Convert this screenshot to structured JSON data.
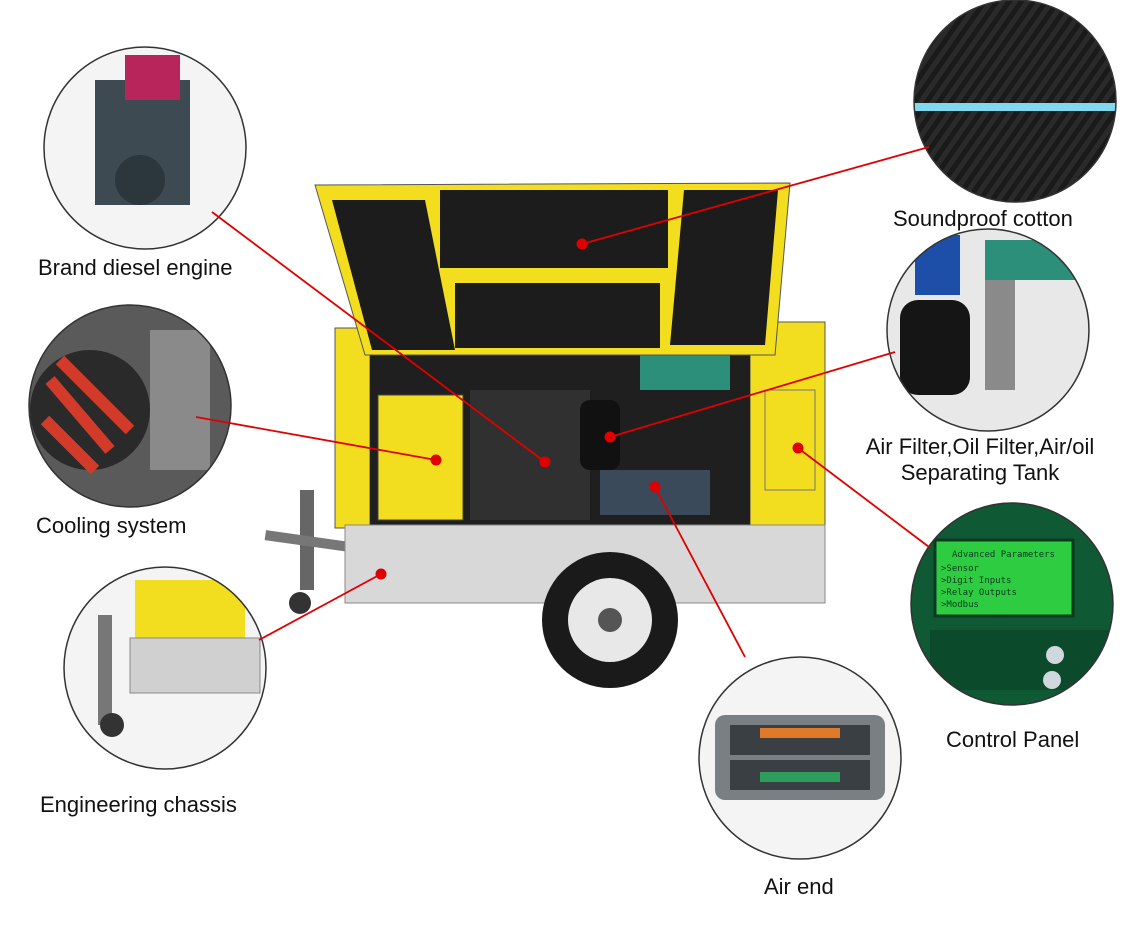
{
  "labels": {
    "engine": "Brand diesel engine",
    "cooling": "Cooling system",
    "chassis": "Engineering chassis",
    "soundproof": "Soundproof cotton",
    "filters_line1": "Air Filter,Oil Filter,Air/oil",
    "filters_line2": "Separating Tank",
    "control": "Control Panel",
    "airend": "Air end"
  },
  "control_screen": {
    "header": "Advanced Parameters",
    "items": [
      ">Sensor",
      ">Digit Inputs",
      ">Relay Outputs",
      ">Modbus"
    ]
  },
  "colors": {
    "yellow": "#f2de1f",
    "leader_line": "#e00000",
    "marker": "#e00000",
    "lcd_green": "#2ecc40"
  }
}
